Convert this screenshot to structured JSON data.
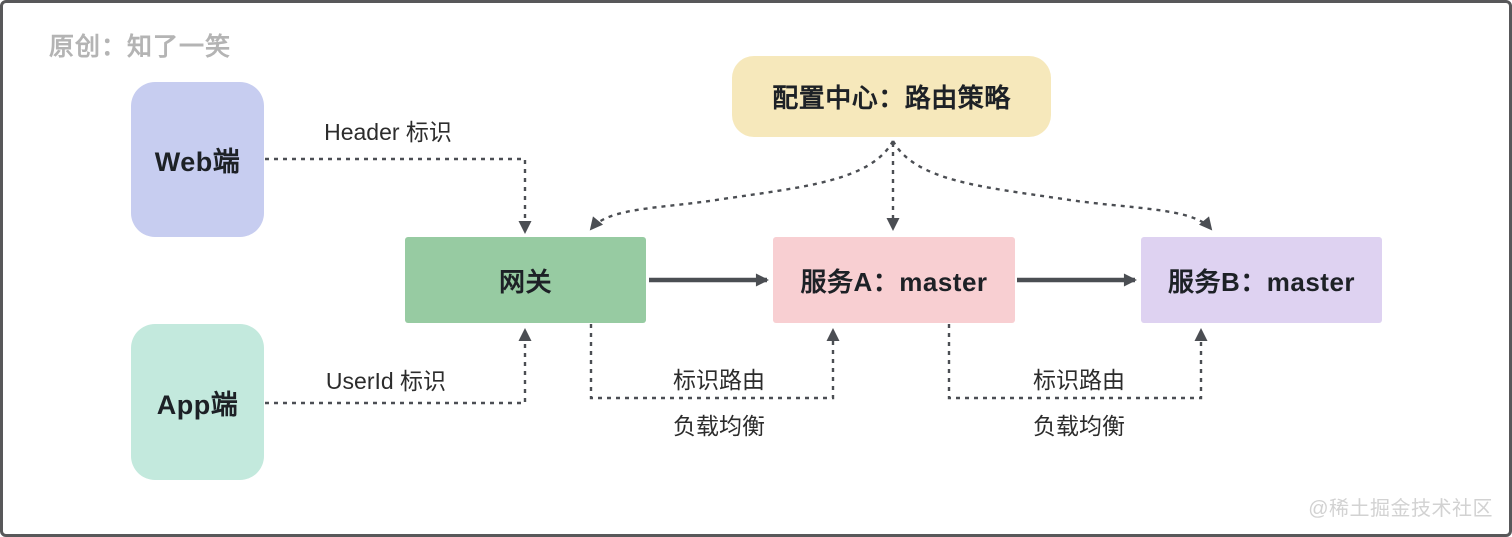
{
  "watermarks": {
    "author": "原创：知了一笑",
    "community": "@稀土掘金技术社区"
  },
  "colors": {
    "edge": "#4b4e53",
    "web_bg": "#c7cdf0",
    "app_bg": "#c3e9dd",
    "gateway_bg": "#97cba2",
    "config_bg": "#f6e8bb",
    "service_a_bg": "#f8cfd2",
    "service_b_bg": "#ded2f1",
    "frame_border": "#58585a"
  },
  "nodes": {
    "web": {
      "label": "Web端"
    },
    "app": {
      "label": "App端"
    },
    "gateway": {
      "label": "网关"
    },
    "config": {
      "label": "配置中心：路由策略"
    },
    "service_a": {
      "label": "服务A：master"
    },
    "service_b": {
      "label": "服务B：master"
    }
  },
  "edges": {
    "header_label": "Header 标识",
    "userid_label": "UserId 标识",
    "route_a": {
      "line1": "标识路由",
      "line2": "负载均衡"
    },
    "route_b": {
      "line1": "标识路由",
      "line2": "负载均衡"
    }
  }
}
